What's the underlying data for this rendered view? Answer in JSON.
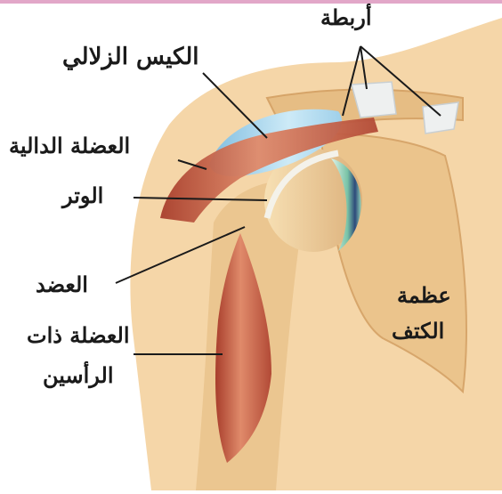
{
  "labels": {
    "ligaments": "أربطة",
    "bursa": "الكيس الزلالي",
    "deltoid": "العضلة الدالية",
    "tendon": "الوتر",
    "humerus": "العضد",
    "biceps_line1": "العضلة ذات",
    "biceps_line2": "الرأسين",
    "scapula_line1": "عظمة",
    "scapula_line2": "الكتف"
  },
  "colors": {
    "skin": "#f4d3a4",
    "bone": "#e9c188",
    "bone_shadow": "#d9a86a",
    "muscle": "#c0533e",
    "muscle_light": "#e08a6a",
    "bursa": "#a9d6ee",
    "cartilage": "#8fd0b8",
    "ligament": "#eef0f0",
    "leader_line": "#1a1a1a"
  }
}
